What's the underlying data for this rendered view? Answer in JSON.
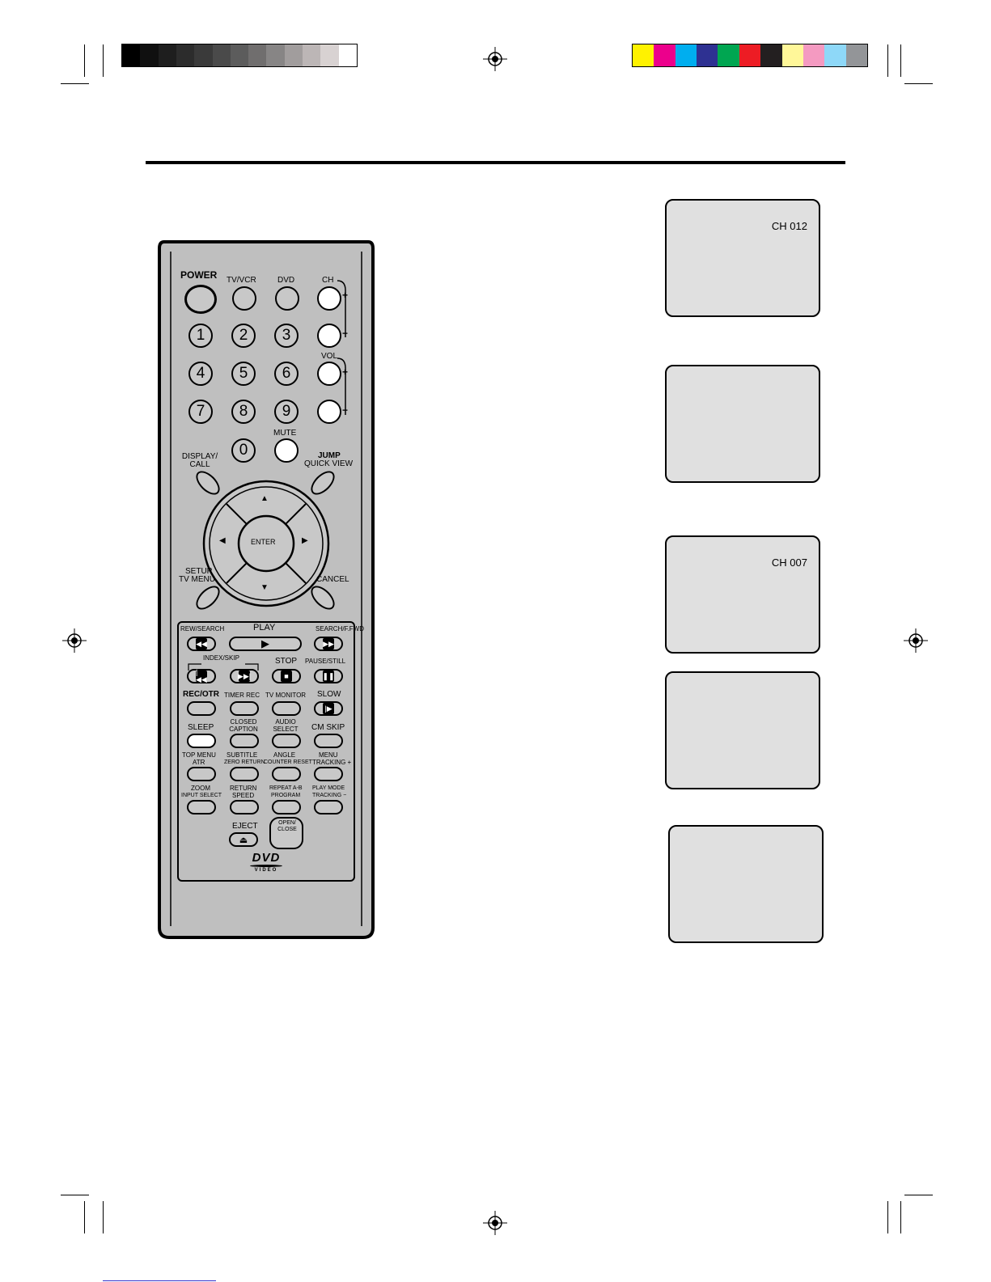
{
  "print_marks": {
    "gray_steps": [
      "#000000",
      "#101010",
      "#1e1e1e",
      "#2c2c2c",
      "#3a3a3a",
      "#4a4a4a",
      "#5c5c5c",
      "#706e6e",
      "#878585",
      "#a19d9d",
      "#bcb6b6",
      "#d8d2d2",
      "#ffffff"
    ],
    "color_bar": [
      "#fff200",
      "#ec008c",
      "#00aeef",
      "#2e3192",
      "#00a651",
      "#ed1c24",
      "#231f20",
      "#fff799",
      "#f49ac1",
      "#8ed8f8",
      "#939598"
    ]
  },
  "remote": {
    "power": "POWER",
    "tv_vcr": "TV/VCR",
    "dvd": "DVD",
    "ch": "CH",
    "vol": "VOL",
    "plus": "+",
    "minus": "−",
    "digits": [
      "1",
      "2",
      "3",
      "4",
      "5",
      "6",
      "7",
      "8",
      "9",
      "0"
    ],
    "mute": "MUTE",
    "display_call": "DISPLAY/ CALL",
    "jump": "JUMP",
    "quick_view": "QUICK VIEW",
    "enter": "ENTER",
    "up": "▲",
    "down": "▼",
    "left": "◀",
    "right": "▶",
    "setup": "SETUP",
    "tv_menu": "TV MENU",
    "cancel": "CANCEL",
    "rew_search": "REW/SEARCH",
    "play": "PLAY",
    "search_ffwd": "SEARCH/F.FWD",
    "index_skip": "INDEX/SKIP",
    "stop": "STOP",
    "pause_still": "PAUSE/STILL",
    "rec_otr": "REC/OTR",
    "timer_rec": "TIMER REC",
    "tv_monitor": "TV MONITOR",
    "slow": "SLOW",
    "sleep": "SLEEP",
    "closed_caption": "CLOSED CAPTION",
    "audio_select": "AUDIO SELECT",
    "cm_skip": "CM SKIP",
    "top_menu": "TOP MENU",
    "atr": "ATR",
    "subtitle": "SUBTITLE",
    "zero_return": "ZERO RETURN",
    "angle": "ANGLE",
    "counter_reset": "COUNTER RESET",
    "menu": "MENU",
    "tracking_plus": "TRACKING +",
    "zoom": "ZOOM",
    "input_select": "INPUT SELECT",
    "return": "RETURN",
    "speed": "SPEED",
    "repeat_ab": "REPEAT A-B",
    "program": "PROGRAM",
    "play_mode": "PLAY MODE",
    "tracking_minus": "TRACKING −",
    "eject": "EJECT",
    "open_close": "OPEN/ CLOSE",
    "dvd_logo": "DVD",
    "video_logo": "VIDEO"
  },
  "screens": [
    {
      "osd": "CH 012"
    },
    {
      "osd": ""
    },
    {
      "osd": "CH 007"
    },
    {
      "osd": ""
    },
    {
      "osd": ""
    }
  ]
}
